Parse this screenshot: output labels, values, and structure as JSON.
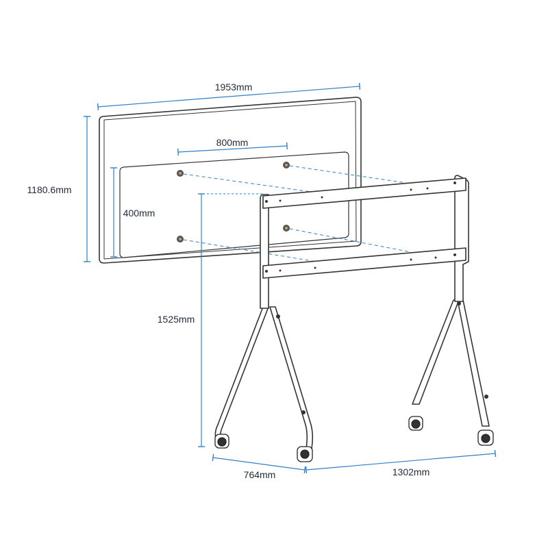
{
  "dimensions": {
    "screen_width": "1953mm",
    "screen_height": "1180.6mm",
    "vesa_horizontal": "800mm",
    "vesa_vertical": "400mm",
    "overall_height": "1525mm",
    "base_depth": "764mm",
    "base_width": "1302mm"
  },
  "colors": {
    "line": "#333333",
    "dimension": "#2f7fc8",
    "background": "#ffffff"
  }
}
